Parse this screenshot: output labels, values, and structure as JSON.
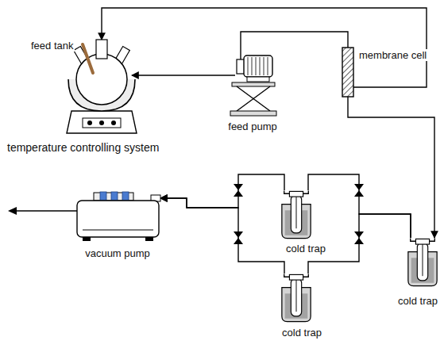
{
  "diagram": {
    "nodes": [
      {
        "text": [
          "feed tank"
        ]
      },
      {
        "text": [
          "feed pump"
        ]
      },
      {
        "text": [
          "membrane cell"
        ]
      },
      {
        "text": [
          "cold trap"
        ]
      },
      {
        "text": [
          "cold trap"
        ]
      },
      {
        "text": [
          "vacuum pump"
        ]
      },
      {
        "text": [
          "cold trap"
        ]
      }
    ],
    "edges": [
      {
        "from": 1,
        "to": 0,
        "arrow": "to"
      },
      {
        "from": 1,
        "to": 2,
        "arrow": "none"
      },
      {
        "from": 2,
        "to": 0,
        "arrow": "to"
      },
      {
        "from": 2,
        "to": 4,
        "arrow": "to"
      },
      {
        "from": 4,
        "to": 3,
        "arrow": "none"
      },
      {
        "from": 4,
        "to": 6,
        "arrow": "none"
      },
      {
        "from": 3,
        "to": 5,
        "arrow": "to"
      },
      {
        "from": 6,
        "to": 5,
        "arrow": "to"
      }
    ],
    "labels": [
      "temperature controlling system"
    ]
  }
}
